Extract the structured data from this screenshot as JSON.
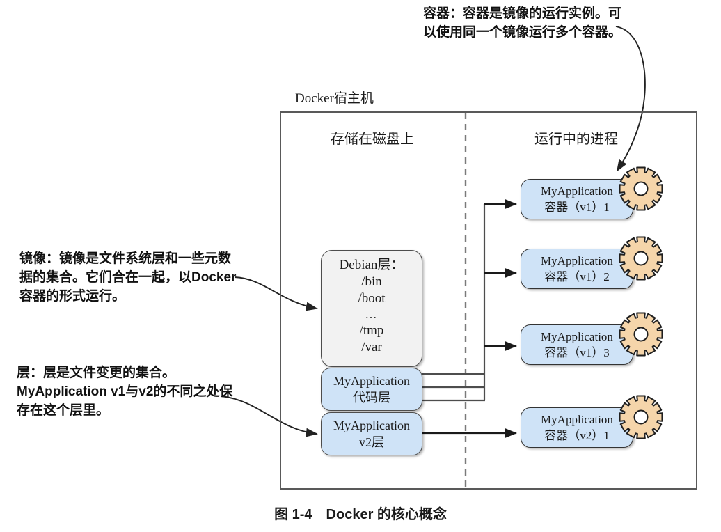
{
  "figure": {
    "caption": "图 1-4　Docker 的核心概念"
  },
  "annotations": [
    {
      "id": "container-annotation",
      "text": "容器：容器是镜像的运行实例。可以使用同一个镜像运行多个容器。"
    },
    {
      "id": "image-annotation",
      "text": "镜像：镜像是文件系统层和一些元数据的集合。它们合在一起，以Docker容器的形式运行。"
    },
    {
      "id": "layer-annotation",
      "text": "层：层是文件变更的集合。MyApplication v1与v2的不同之处保存在这个层里。"
    }
  ],
  "host": {
    "title": "Docker宿主机",
    "zones": [
      {
        "id": "disk",
        "label": "存储在磁盘上"
      },
      {
        "id": "running",
        "label": "运行中的进程"
      }
    ]
  },
  "stack": {
    "debian": {
      "title": "Debian层：",
      "paths": [
        "/bin",
        "/boot",
        "…",
        "/tmp",
        "/var"
      ]
    },
    "code_layer": {
      "line1": "MyApplication",
      "line2": "代码层"
    },
    "v2_layer": {
      "line1": "MyApplication",
      "line2": "v2层"
    }
  },
  "containers": [
    {
      "line1": "MyApplication",
      "line2": "容器（v1）1",
      "icon": "gear-icon"
    },
    {
      "line1": "MyApplication",
      "line2": "容器（v1）2",
      "icon": "gear-icon"
    },
    {
      "line1": "MyApplication",
      "line2": "容器（v1）3",
      "icon": "gear-icon"
    },
    {
      "line1": "MyApplication",
      "line2": "容器（v2）1",
      "icon": "gear-icon"
    }
  ],
  "colors": {
    "box_blue": "#cfe3f7",
    "box_gray": "#f2f2f2",
    "gear_fill": "#f5d5aa",
    "frame_stroke": "#595959",
    "connector": "#444444"
  }
}
